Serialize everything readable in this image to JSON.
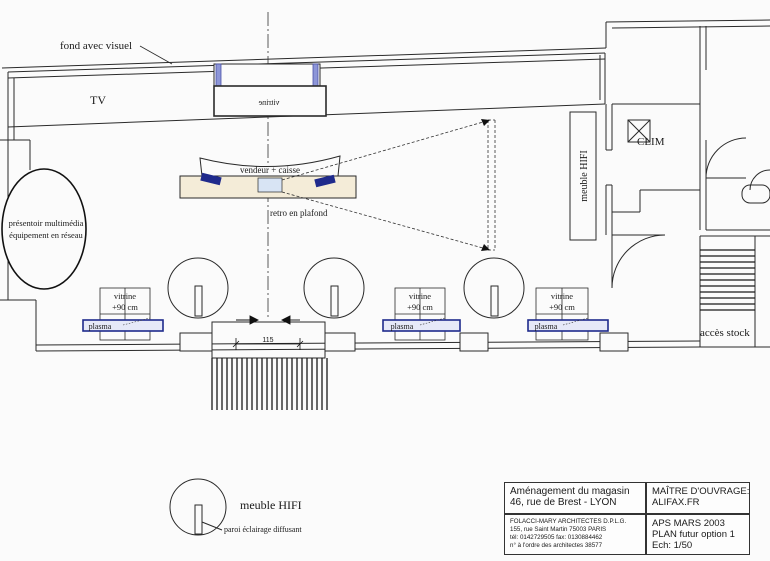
{
  "labels": {
    "fond_visuel": "fond avec visuel",
    "tv": "TV",
    "vitrine_rev": "vitrine",
    "vendeur_caisse": "vendeur + caisse",
    "retro": "retro en plafond",
    "presentoir_1": "présentoir multimédia",
    "presentoir_2": "équipement en réseau",
    "meuble_hifi_v": "meuble HIFI",
    "clim": "CLIM",
    "acces_stock": "accès stock",
    "vitrine": "vitrine",
    "plus90": "+90 cm",
    "plasma": "plasma",
    "dim_115": "115"
  },
  "legend": {
    "meuble": "meuble HIFI",
    "paroi": "paroi éclairage diffusant"
  },
  "cartouche": {
    "project_line1": "Aménagement du magasin",
    "project_line2": "46, rue de Brest - LYON",
    "architect_line1": "FOLACCI-MARY ARCHITECTES D.P.L.G.",
    "architect_line2": "155, rue Saint Martin 75003 PARIS",
    "architect_line3": "tél: 0142729505 fax: 0130884462",
    "architect_line4": "n° à l'ordre des architectes 38577",
    "owner_line1": "MAÎTRE D'OUVRAGE:",
    "owner_line2": "ALIFAX.FR",
    "date_line1": "APS MARS 2003",
    "date_line2": "PLAN futur option 1",
    "date_line3": "Ech: 1/50"
  },
  "colors": {
    "ink": "#2a2a2a",
    "counter_fill": "#f4ecd8",
    "plasma_blue": "#1f2a8c",
    "window_blue": "#8d96d8",
    "paper": "#fbfbfb"
  }
}
